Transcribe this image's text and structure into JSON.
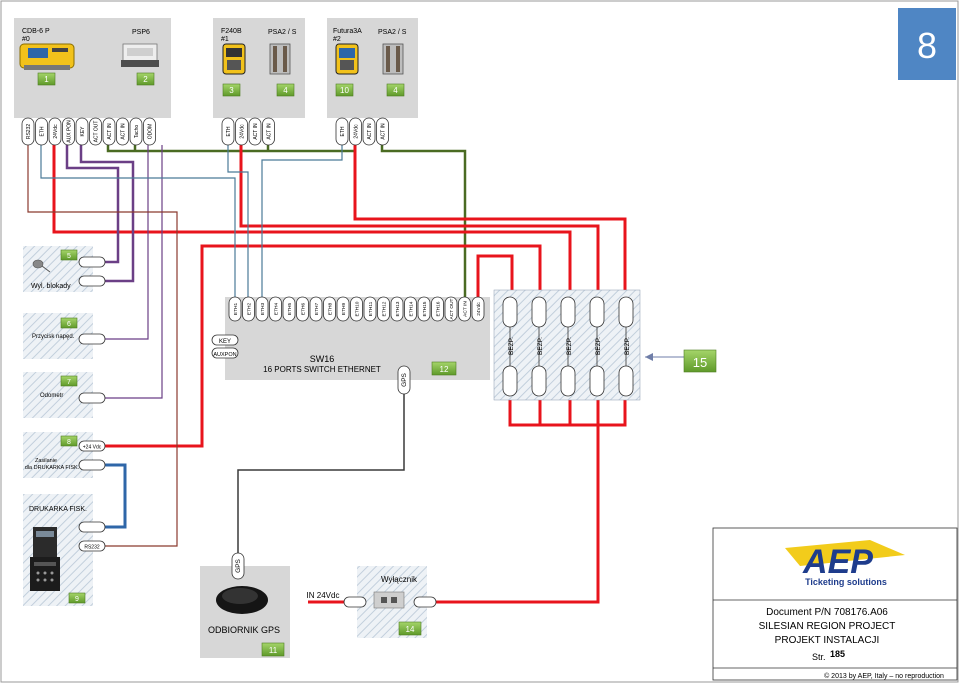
{
  "page_number": "8",
  "devices_top": [
    {
      "name": "CDB-6 P",
      "sub": "#0",
      "badge": "1"
    },
    {
      "name": "PSP6",
      "sub": "",
      "badge": "2"
    },
    {
      "name": "F240B",
      "sub": "#1",
      "badge": "3"
    },
    {
      "name": "PSA2 / S",
      "sub": "",
      "badge": "4"
    },
    {
      "name": "Futura3A",
      "sub": "#2",
      "badge": "10"
    },
    {
      "name": "PSA2 / S",
      "sub": "",
      "badge": "4"
    }
  ],
  "group1_ports": [
    "RS232",
    "ETH",
    "24Vdc",
    "AUX PON",
    "KEY",
    "ACT OUT",
    "ACT IN",
    "ACT IN",
    "Tacho",
    "ODOM"
  ],
  "group2_ports": [
    "ETH",
    "24Vdc",
    "ACT IN",
    "ACT IN"
  ],
  "group3_ports": [
    "ETH",
    "24Vdc",
    "ACT IN",
    "ACT IN"
  ],
  "left_boxes": [
    {
      "label": "Wyl. blokady",
      "badge": "5"
    },
    {
      "label": "Przycisk napęd.",
      "badge": "6"
    },
    {
      "label": "Odometr",
      "badge": "7"
    },
    {
      "label": "Zasilanie dla DRUKARKA FISK.",
      "badge": "8",
      "port": "+24 Vdc"
    },
    {
      "label": "DRUKARKA FISK.",
      "badge": "9",
      "port": "RS232"
    }
  ],
  "switch": {
    "title": "SW16",
    "subtitle": "16 PORTS SWITCH ETHERNET",
    "badge": "12",
    "ports": [
      "ETH1",
      "ETH2",
      "ETH3",
      "ETH4",
      "ETH5",
      "ETH6",
      "ETH7",
      "ETH8",
      "ETH9",
      "ETH10",
      "ETH11",
      "ETH12",
      "ETH13",
      "ETH14",
      "ETH15",
      "ETH16",
      "ACT OUT",
      "ACT IN",
      "24Vdc"
    ],
    "left_ports": [
      "KEY",
      "AUXPON"
    ],
    "gps_port": "GPS"
  },
  "fuse_block": {
    "label": "BEZP.",
    "count": 5,
    "badge": "15"
  },
  "gps": {
    "label": "ODBIORNIK GPS",
    "badge": "11",
    "port": "GPS"
  },
  "switch_off": {
    "label": "Wyłącznik",
    "badge": "14",
    "input": "IN 24Vdc"
  },
  "logo": {
    "text": "AEP",
    "tagline": "Ticketing solutions"
  },
  "title_block": {
    "doc": "Document P/N 708176.A06",
    "project": "SILESIAN REGION PROJECT",
    "install": "PROJEKT INSTALACJI",
    "page_prefix": "Str.",
    "page": "185",
    "copyright": "© 2013 by AEP, Italy – no reproduction"
  },
  "colors": {
    "red": "#e8141c",
    "green": "#4a6b22",
    "purple": "#6b3f86",
    "blue": "#2e66a8",
    "brown": "#8b3a2f",
    "slate": "#4b7a98",
    "grey_box": "#d7d7d7",
    "badge_green": "#79b43c",
    "page_box": "#4f86c4"
  }
}
